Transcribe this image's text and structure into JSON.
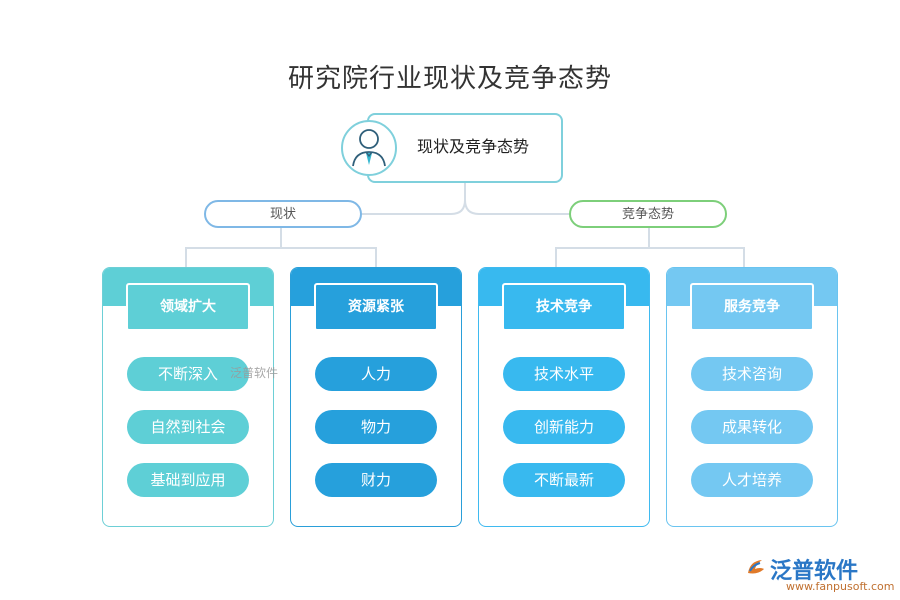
{
  "title": "研究院行业现状及竞争态势",
  "root": {
    "label": "现状及竞争态势",
    "icon": "person-icon"
  },
  "branches": [
    {
      "label": "现状",
      "color": "#7fb8e6"
    },
    {
      "label": "竞争态势",
      "color": "#7dcf7a"
    }
  ],
  "cards": [
    {
      "heading": "领域扩大",
      "color": "#5ecfd6",
      "items": [
        "不断深入",
        "自然到社会",
        "基础到应用"
      ]
    },
    {
      "heading": "资源紧张",
      "color": "#26a0dc",
      "items": [
        "人力",
        "物力",
        "财力"
      ]
    },
    {
      "heading": "技术竞争",
      "color": "#38b9ef",
      "items": [
        "技术水平",
        "创新能力",
        "不断最新"
      ]
    },
    {
      "heading": "服务竞争",
      "color": "#74c8f2",
      "items": [
        "技术咨询",
        "成果转化",
        "人才培养"
      ]
    }
  ],
  "watermark": {
    "small": "泛普软件",
    "brand": "泛普软件",
    "url": "www.fanpusoft.com"
  }
}
